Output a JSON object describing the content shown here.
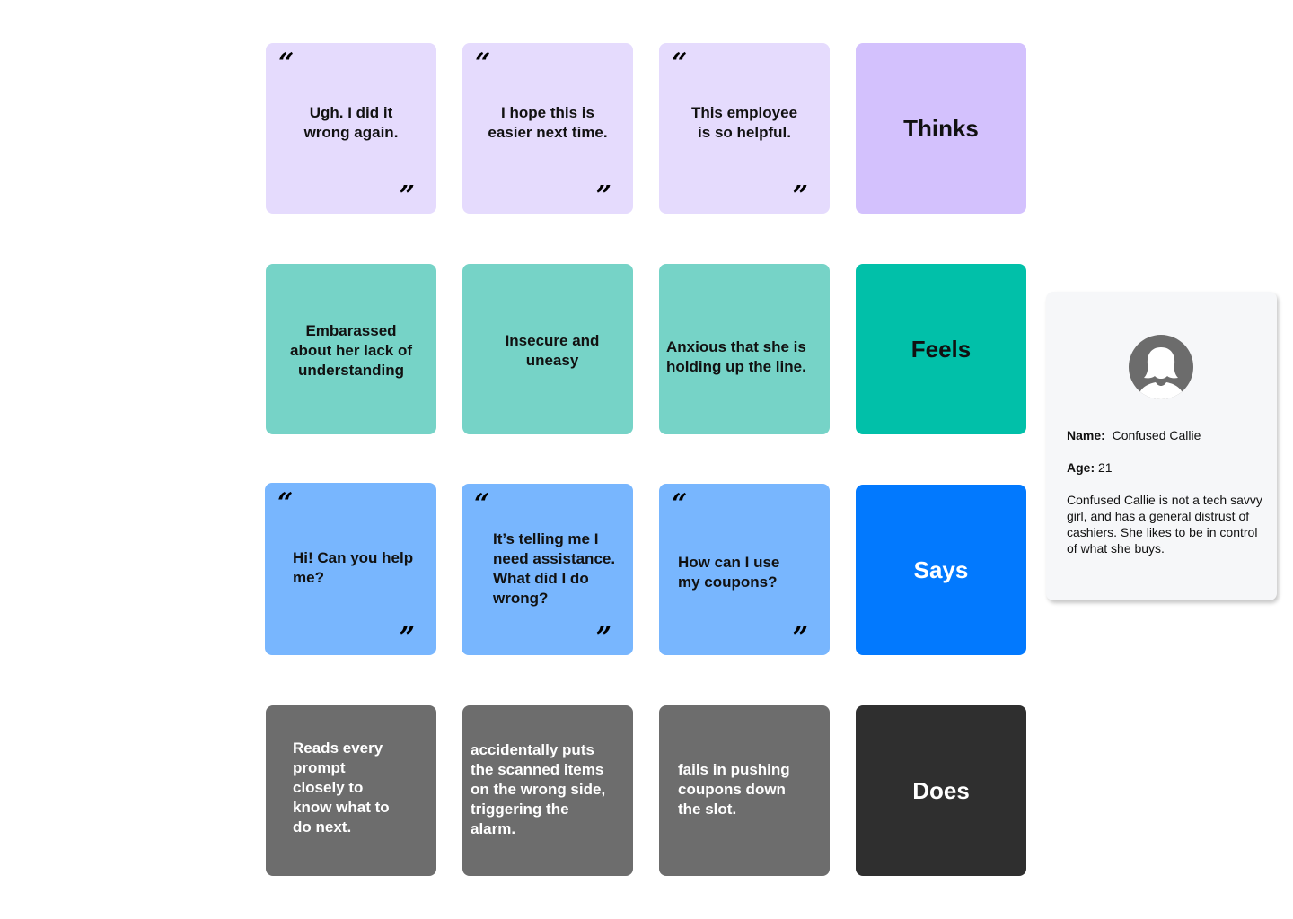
{
  "colors": {
    "thinks_card": "#e5dbfd",
    "thinks_title": "#d3c1fd",
    "feels_card": "#76d3c7",
    "feels_title": "#01c0a9",
    "says_card": "#78b6fe",
    "says_title": "#0279fe",
    "does_card": "#6d6d6d",
    "does_title": "#2f2f2f"
  },
  "quote_marks": {
    "open": "“",
    "close": "”"
  },
  "thinks": {
    "title": "Thinks",
    "cards": [
      "Ugh. I did it\nwrong again.",
      "I hope this is\neasier next time.",
      "This employee\nis so helpful."
    ]
  },
  "feels": {
    "title": "Feels",
    "cards": [
      "Embarassed\nabout her lack of\nunderstanding",
      "Insecure and\nuneasy",
      "Anxious that she is\nholding up the line."
    ]
  },
  "says": {
    "title": "Says",
    "cards": [
      "Hi! Can you help\nme?",
      "It’s telling me I\nneed assistance.\nWhat did I do\nwrong?",
      "How can I use\nmy coupons?"
    ]
  },
  "does": {
    "title": "Does",
    "cards": [
      "Reads every\nprompt\nclosely to\nknow what to\ndo next.",
      "accidentally puts\nthe scanned items\non the wrong side,\ntriggering the\nalarm.",
      "fails in pushing\ncoupons down\nthe slot."
    ]
  },
  "persona": {
    "avatar_icon": "user-female-icon",
    "name_label": "Name:",
    "name_value": "Confused Callie",
    "age_label": "Age:",
    "age_value": "21",
    "bio": "Confused Callie is not a tech savvy girl, and has a general distrust of cashiers. She likes to be in control of what she buys."
  }
}
